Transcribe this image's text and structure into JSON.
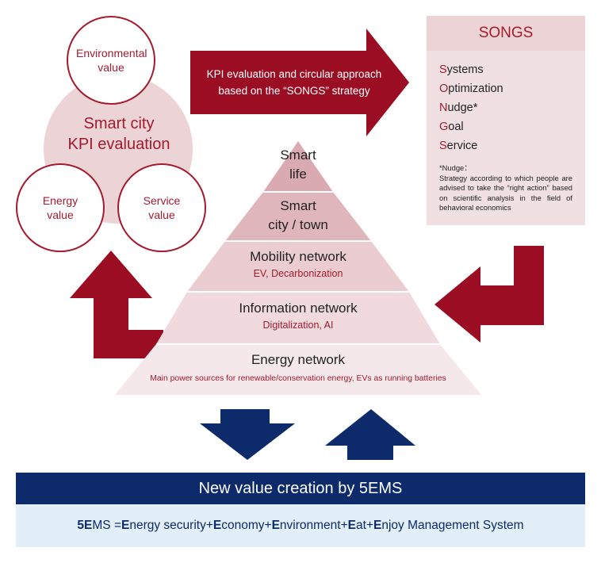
{
  "values": {
    "environmental": "Environmental value",
    "energy": "Energy value",
    "service": "Service value",
    "kpi_line1": "Smart city",
    "kpi_line2": "KPI evaluation"
  },
  "top_arrow": {
    "line1": "KPI evaluation and circular approach",
    "line2": "based on the “SONGS” strategy"
  },
  "songs": {
    "title": "SONGS",
    "items": [
      {
        "initial": "S",
        "rest": "ystems"
      },
      {
        "initial": "O",
        "rest": "ptimization"
      },
      {
        "initial": "N",
        "rest": "udge*"
      },
      {
        "initial": "G",
        "rest": "oal"
      },
      {
        "initial": "S",
        "rest": "ervice"
      }
    ],
    "note_title": "*Nudge：",
    "note_text": "Strategy according to which people are advised to take the “right action” based on scientific analysis in the field of behavioral economics"
  },
  "pyramid": [
    {
      "main1": "Smart",
      "main2": "life"
    },
    {
      "main1": "Smart",
      "main2": "city / town"
    },
    {
      "main": "Mobility network",
      "sub": "EV, Decarbonization"
    },
    {
      "main": "Information network",
      "sub": "Digitalization, AI"
    },
    {
      "main": "Energy network",
      "sub": "Main power sources for renewable/conservation energy, EVs as running batteries"
    }
  ],
  "banner": {
    "title": "New value creation by 5EMS"
  },
  "formula": [
    {
      "b": "5E",
      "t": "MS = "
    },
    {
      "b": "E",
      "t": "nergy security"
    },
    {
      "b": "",
      "t": " + "
    },
    {
      "b": "E",
      "t": "conomy"
    },
    {
      "b": "",
      "t": " + "
    },
    {
      "b": "E",
      "t": "nvironment"
    },
    {
      "b": "",
      "t": " + "
    },
    {
      "b": "E",
      "t": "at"
    },
    {
      "b": "",
      "t": " + "
    },
    {
      "b": "E",
      "t": "njoy Management System"
    }
  ],
  "colors": {
    "crimson": "#9b0d22",
    "pink_light": "#f2e3e5",
    "pink_mid": "#e5c3c8",
    "navy": "#0d2a6a",
    "pale_blue": "#e2eef8"
  }
}
